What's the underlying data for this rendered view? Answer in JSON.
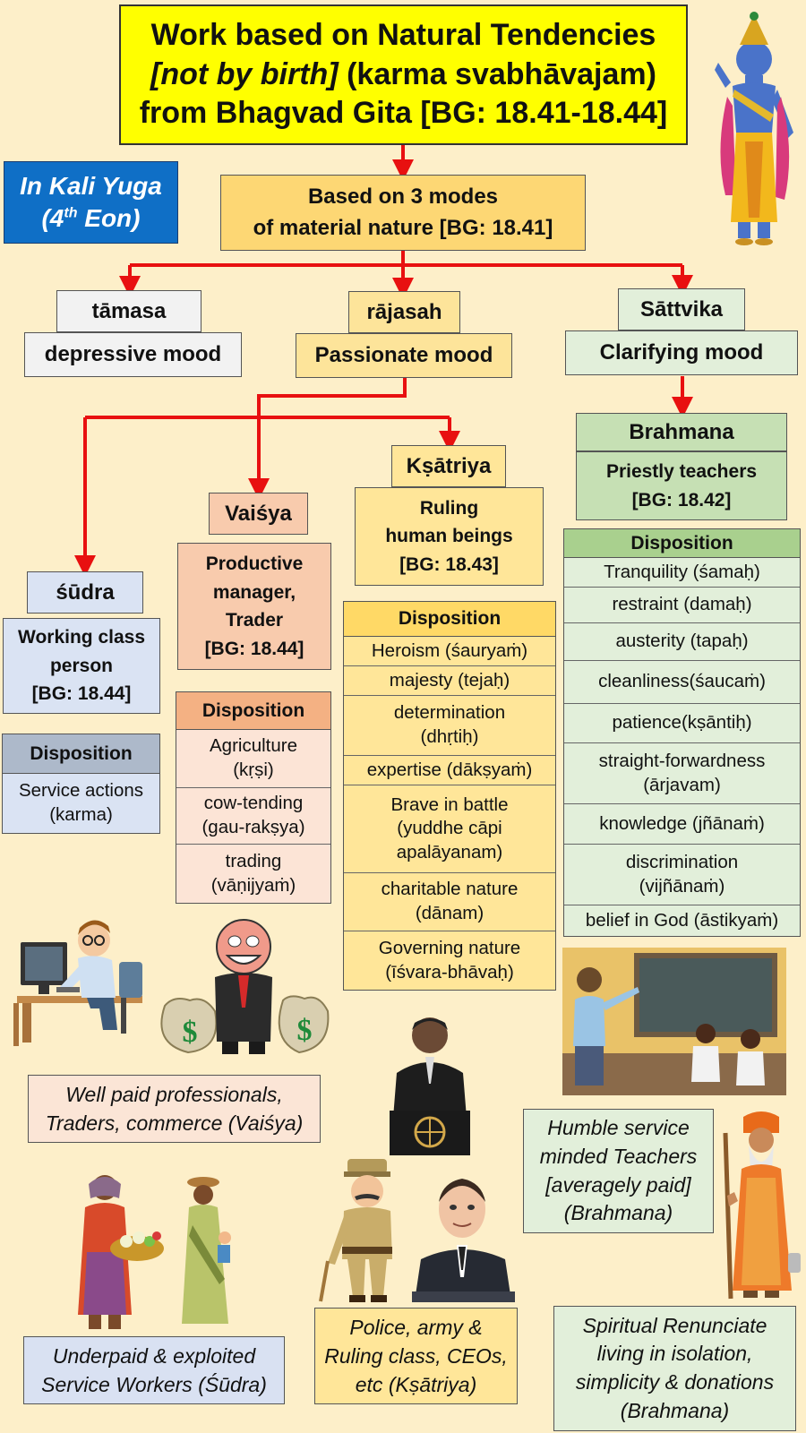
{
  "title": {
    "line1": "Work based on Natural Tendencies",
    "line2_italic": "[not by birth]",
    "line2_rest": " (karma svabhāvajam)",
    "line3": "from Bhagvad Gita [BG: 18.41-18.44]"
  },
  "kali": {
    "line1": "In Kali Yuga",
    "line2_pre": "(4",
    "line2_sup": "th",
    "line2_post": " Eon)"
  },
  "modes": {
    "line1": "Based on 3 modes",
    "line2": "of material nature [BG: 18.41]"
  },
  "tamasa": {
    "name": "tāmasa",
    "mood": "depressive mood"
  },
  "rajasah": {
    "name": "rājasah",
    "mood": "Passionate mood"
  },
  "sattvika": {
    "name": "Sāttvika",
    "mood": "Clarifying mood"
  },
  "sudra": {
    "name": "śūdra",
    "desc": [
      "Working class",
      "person",
      "[BG: 18.44]"
    ],
    "disposition_header": "Disposition",
    "disposition": [
      [
        "Service actions",
        "(karma)"
      ]
    ]
  },
  "vaisya": {
    "name": "Vaiśya",
    "desc": [
      "Productive",
      "manager,",
      "Trader",
      "[BG: 18.44]"
    ],
    "disposition_header": "Disposition",
    "disposition": [
      [
        "Agriculture",
        "(kṛṣi)"
      ],
      [
        "cow-tending",
        "(gau-rakṣya)"
      ],
      [
        "trading",
        "(vāṇijyaṁ)"
      ]
    ]
  },
  "kshatriya": {
    "name": "Kṣātriya",
    "desc": [
      "Ruling",
      "human beings",
      "[BG: 18.43]"
    ],
    "disposition_header": "Disposition",
    "disposition": [
      [
        "Heroism (śauryaṁ)"
      ],
      [
        "majesty (tejaḥ)"
      ],
      [
        "determination",
        "(dhṛtiḥ)"
      ],
      [
        "expertise (dākṣyaṁ)"
      ],
      [
        "Brave in battle",
        "(yuddhe cāpi",
        "apalāyanam)"
      ],
      [
        "charitable nature",
        "(dānam)"
      ],
      [
        "Governing nature",
        "(īśvara-bhāvaḥ)"
      ]
    ]
  },
  "brahmana": {
    "name": "Brahmana",
    "desc": [
      "Priestly teachers",
      "[BG: 18.42]"
    ],
    "disposition_header": "Disposition",
    "disposition": [
      [
        "Tranquility (śamaḥ)"
      ],
      [
        "restraint (damaḥ)"
      ],
      [
        "austerity (tapaḥ)"
      ],
      [
        "cleanliness(śaucaṁ)"
      ],
      [
        "patience(kṣāntiḥ)"
      ],
      [
        "straight-forwardness",
        "(ārjavam)"
      ],
      [
        "knowledge (jñānaṁ)"
      ],
      [
        "discrimination",
        "(vijñānaṁ)"
      ],
      [
        "belief in God (āstikyaṁ)"
      ]
    ]
  },
  "captions": {
    "vaisya": [
      "Well paid professionals,",
      "Traders, commerce (Vaiśya)"
    ],
    "sudra": [
      "Underpaid & exploited",
      "Service Workers (Śūdra)"
    ],
    "kshatriya": [
      "Police, army &",
      "Ruling class, CEOs,",
      "etc (Kṣātriya)"
    ],
    "brahmana_teacher": [
      "Humble service",
      "minded Teachers",
      "[averagely paid]",
      "(Brahmana)"
    ],
    "brahmana_renunciate": [
      "Spiritual Renunciate",
      "living in isolation,",
      "simplicity & donations",
      "(Brahmana)"
    ]
  },
  "illustrations": {
    "krishna": "krishna-illustration",
    "office_worker": "office-worker-illustration",
    "businessman": "businessman-with-money-bags-illustration",
    "money_bag_symbol": "$",
    "politician": "politician-at-podium-illustration",
    "police": "police-officer-illustration",
    "ceo": "ceo-illustration",
    "market_women": "market-women-illustration",
    "classroom": "classroom-teacher-illustration",
    "sadhu": "sadhu-renunciate-illustration"
  },
  "colors": {
    "background": "#fdefc9",
    "title_fill": "#ffff00",
    "kali_fill": "#0f6fc6",
    "arrows": "#e81010",
    "tamasa_fill": "#f2f2f2",
    "rajasah_fill": "#fde49a",
    "sattvika_fill": "#e2efda",
    "sudra_fill": "#dae3f3",
    "vaisya_fill": "#f8cbad",
    "vaisya_rows": "#fce4d6",
    "kshatriya_fill": "#ffe699",
    "brahmana_fill": "#c6e0b4"
  }
}
